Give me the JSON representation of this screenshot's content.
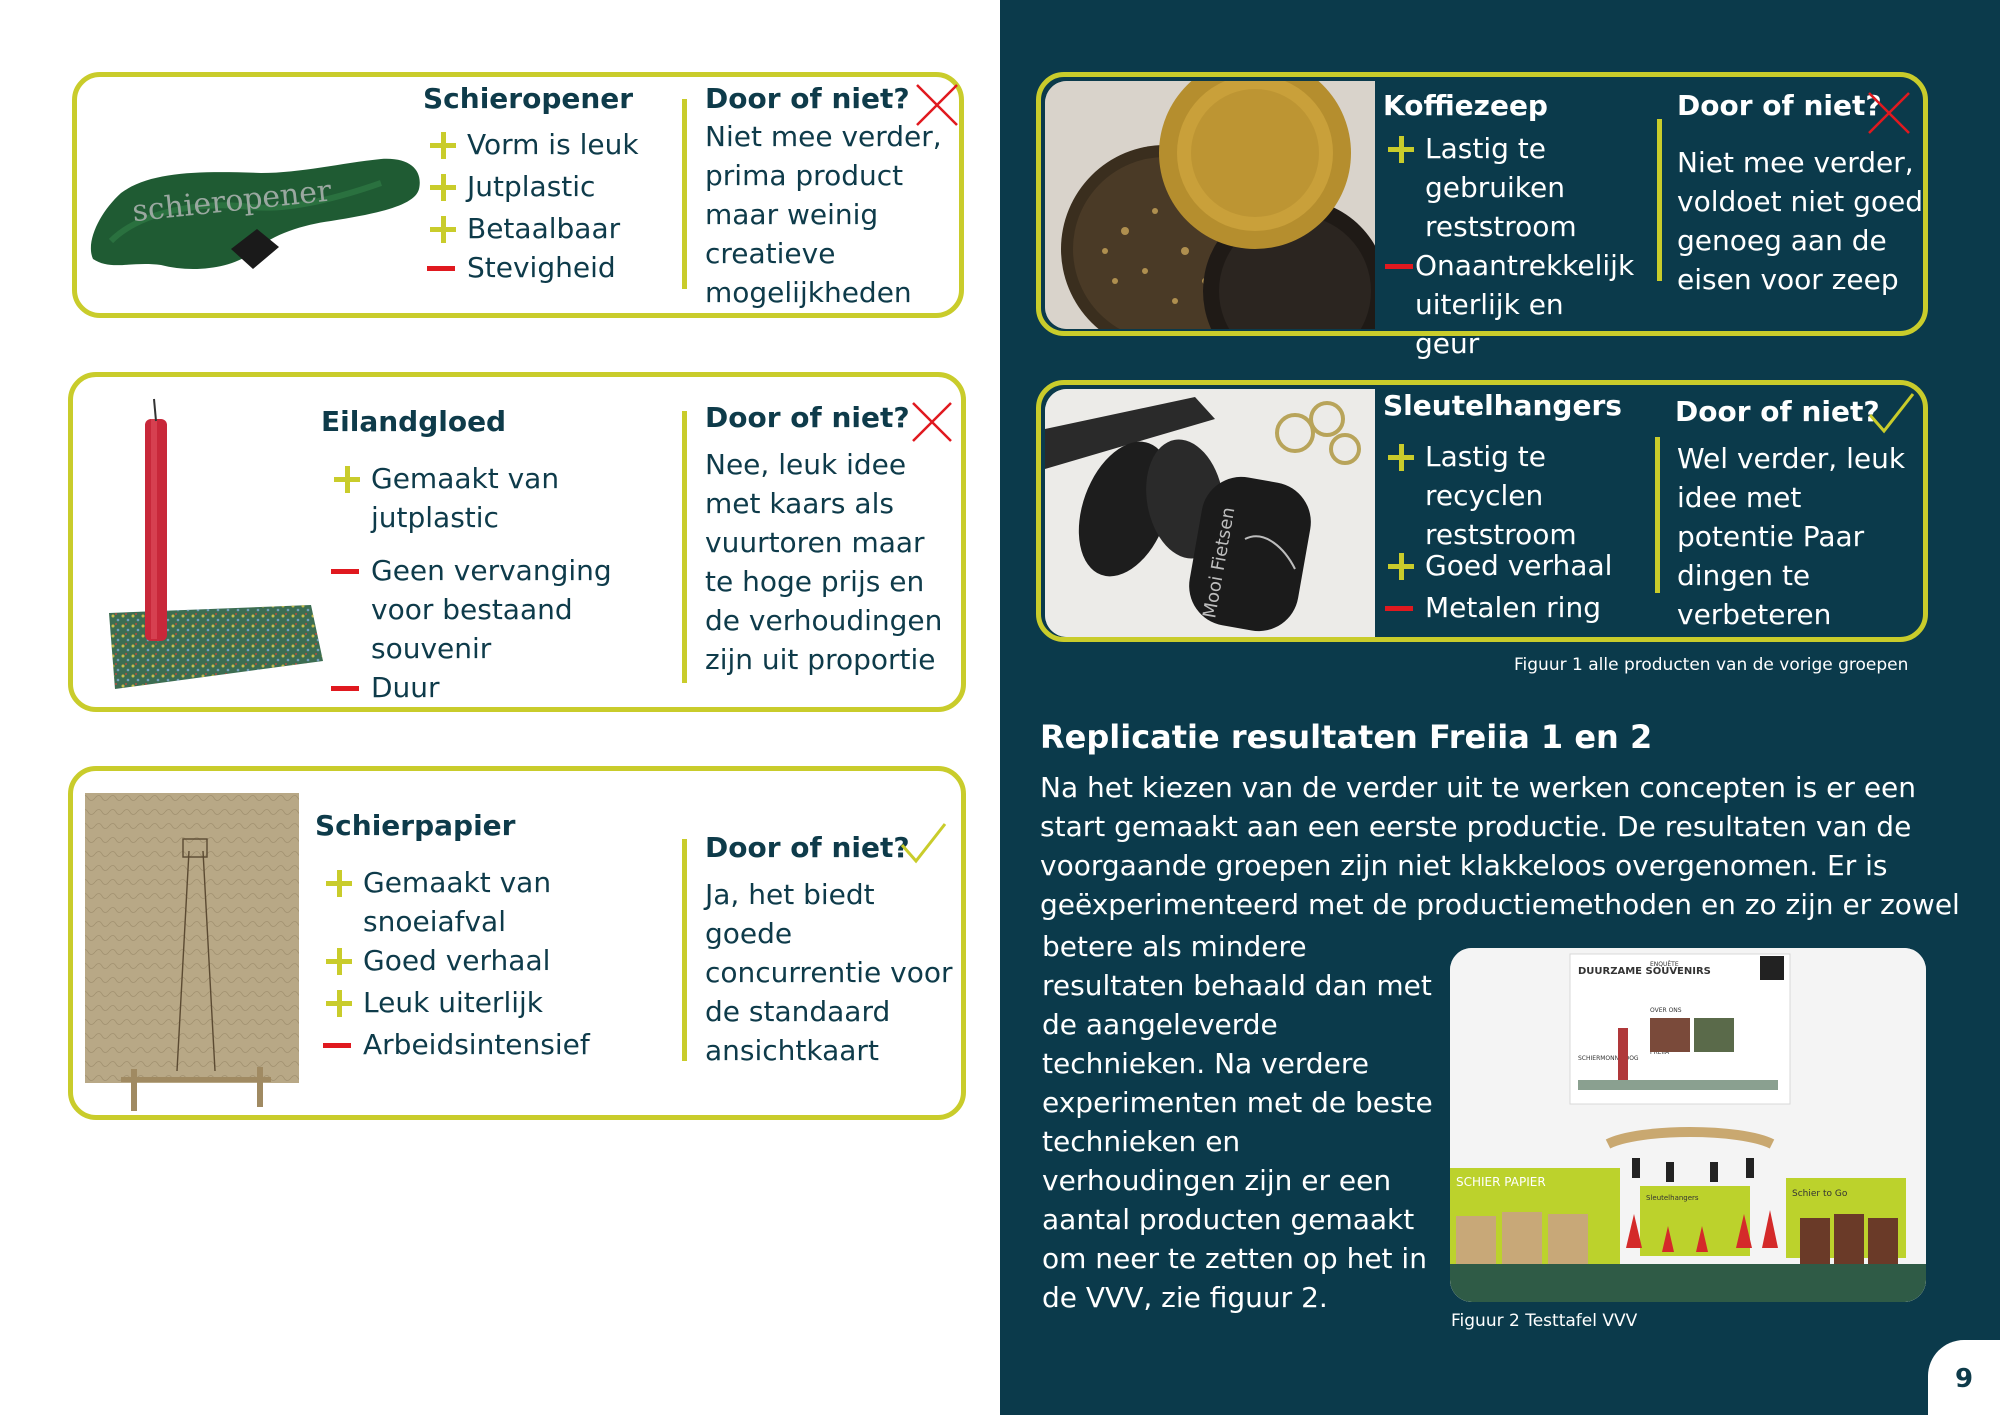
{
  "page": {
    "number": "9"
  },
  "verdict_label": "Door of niet?",
  "left_cards": [
    {
      "title": "Schieropener",
      "pros_cons": [
        {
          "type": "plus",
          "text": "Vorm is leuk"
        },
        {
          "type": "plus",
          "text": "Jutplastic"
        },
        {
          "type": "plus",
          "text": "Betaalbaar"
        },
        {
          "type": "minus",
          "text": "Stevigheid"
        }
      ],
      "verdict": "niet",
      "verdict_text": "Niet mee verder, prima product maar weinig creatieve mogelijkheden",
      "image_label": "schieropener"
    },
    {
      "title": "Eilandgloed",
      "pros_cons": [
        {
          "type": "plus",
          "text": "Gemaakt van jutplastic"
        },
        {
          "type": "minus",
          "text": "Geen vervanging voor bestaand souvenir"
        },
        {
          "type": "minus",
          "text": "Duur"
        }
      ],
      "verdict": "niet",
      "verdict_text": "Nee, leuk idee met kaars als vuurtoren maar te hoge prijs en de verhoudingen zijn uit proportie"
    },
    {
      "title": "Schierpapier",
      "pros_cons": [
        {
          "type": "plus",
          "text": "Gemaakt van snoeiafval"
        },
        {
          "type": "plus",
          "text": "Goed verhaal"
        },
        {
          "type": "plus",
          "text": "Leuk uiterlijk"
        },
        {
          "type": "minus",
          "text": "Arbeidsintensief"
        }
      ],
      "verdict": "door",
      "verdict_text": "Ja, het biedt goede concurrentie voor de standaard ansichtkaart"
    }
  ],
  "right_cards": [
    {
      "title": "Koffiezeep",
      "pros_cons": [
        {
          "type": "plus",
          "text": "Lastig te gebruiken reststroom"
        },
        {
          "type": "minus",
          "text": "Onaantrekkelijk uiterlijk en geur"
        }
      ],
      "verdict": "niet",
      "verdict_text": "Niet mee verder, voldoet niet goed genoeg aan de eisen voor zeep"
    },
    {
      "title": "Sleutelhangers",
      "pros_cons": [
        {
          "type": "plus",
          "text": "Lastig te recyclen reststroom"
        },
        {
          "type": "plus",
          "text": "Goed verhaal"
        },
        {
          "type": "minus",
          "text": "Metalen ring"
        }
      ],
      "verdict": "door",
      "verdict_text": "Wel verder, leuk idee met potentie Paar dingen te verbeteren",
      "image_label": "Mooi Fietsen"
    }
  ],
  "figure1_caption": "Figuur 1 alle producten van de vorige groepen",
  "section": {
    "heading": "Replicatie resultaten Freiia 1 en 2",
    "paragraph_full": "Na het kiezen van de verder uit te werken concepten is er een start gemaakt aan een eerste productie. De resultaten van de voorgaande groepen zijn niet klakkeloos overgenomen. Er is geëxperimenteerd met de productiemethoden en zo zijn er zowel",
    "paragraph_col": "betere als mindere resultaten behaald dan met de aangeleverde technieken. Na verdere experimenten met de beste technieken en verhoudingen zijn er een aantal producten gemaakt om neer te zetten op het in de VVV, zie figuur 2."
  },
  "figure2": {
    "caption": "Figuur 2 Testtafel VVV",
    "poster_title": "DUURZAME SOUVENIRS",
    "poster_subtitle": "ENQUÊTE",
    "poster_side": "OVER ONS",
    "poster_section": "SCHIERMONNIKOOG",
    "poster_section2": "FREIIA",
    "sign1": "SCHIER PAPIER",
    "sign2": "Sleutelhangers",
    "sign3": "Schier to Go"
  },
  "colors": {
    "accent": "#c9cc2b",
    "dark": "#0b3a4b",
    "minus": "#e0191f",
    "text": "#0e3b4a"
  }
}
